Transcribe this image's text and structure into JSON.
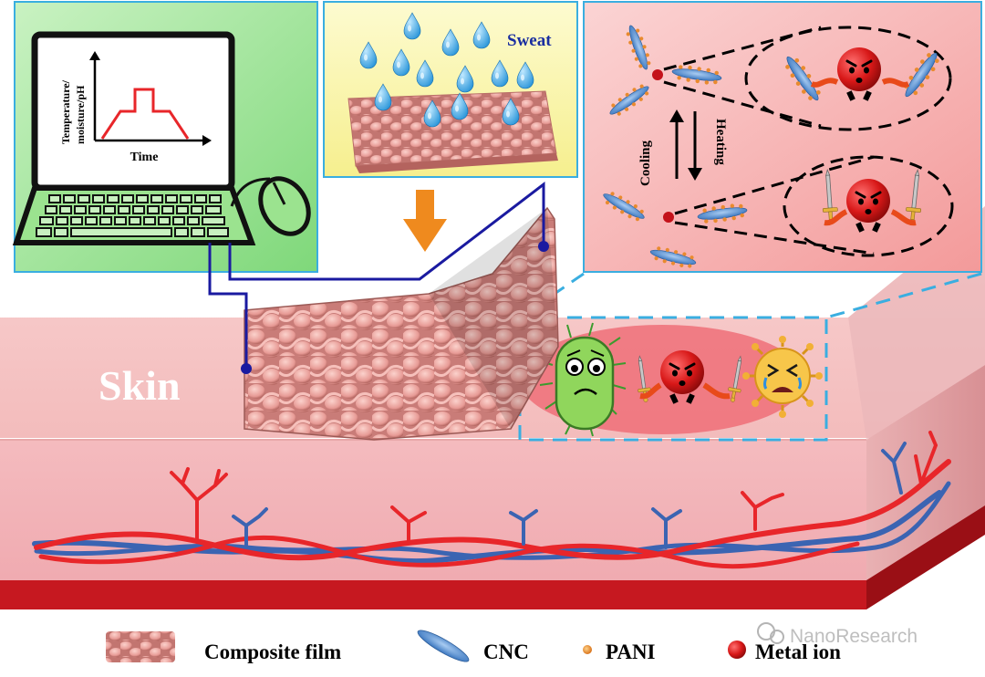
{
  "computer_panel": {
    "y_axis_label_line1": "Temperature/",
    "y_axis_label_line2": "moisture/pH",
    "x_axis_label": "Time"
  },
  "sweat_panel": {
    "label": "Sweat"
  },
  "mechanism_panel": {
    "cooling_label": "Cooling",
    "heating_label": "Heating"
  },
  "skin": {
    "label": "Skin"
  },
  "legend": {
    "items": [
      {
        "label": "Composite film"
      },
      {
        "label": "CNC"
      },
      {
        "label": "PANI"
      },
      {
        "label": "Metal ion"
      }
    ]
  },
  "watermark": {
    "text": "NanoResearch"
  },
  "colors": {
    "computer_panel_bg": "#a8e6a0",
    "sweat_panel_bg": "#fbf7b0",
    "mechanism_panel_bg": "#f7b8b8",
    "skin_top": "#f6c6c6",
    "skin_front": "#f3b7b9",
    "skin_base": "#c4141c",
    "film": "#eda3a0",
    "cnc": "#4a86c8",
    "pani": "#e98a2e",
    "metal_ion": "#d01818",
    "vessel_red": "#e8262a",
    "vessel_blue": "#3b64b2",
    "wire": "#1a1aa0",
    "arrow": "#ef8a1e",
    "panel_border": "#3aaee0"
  }
}
